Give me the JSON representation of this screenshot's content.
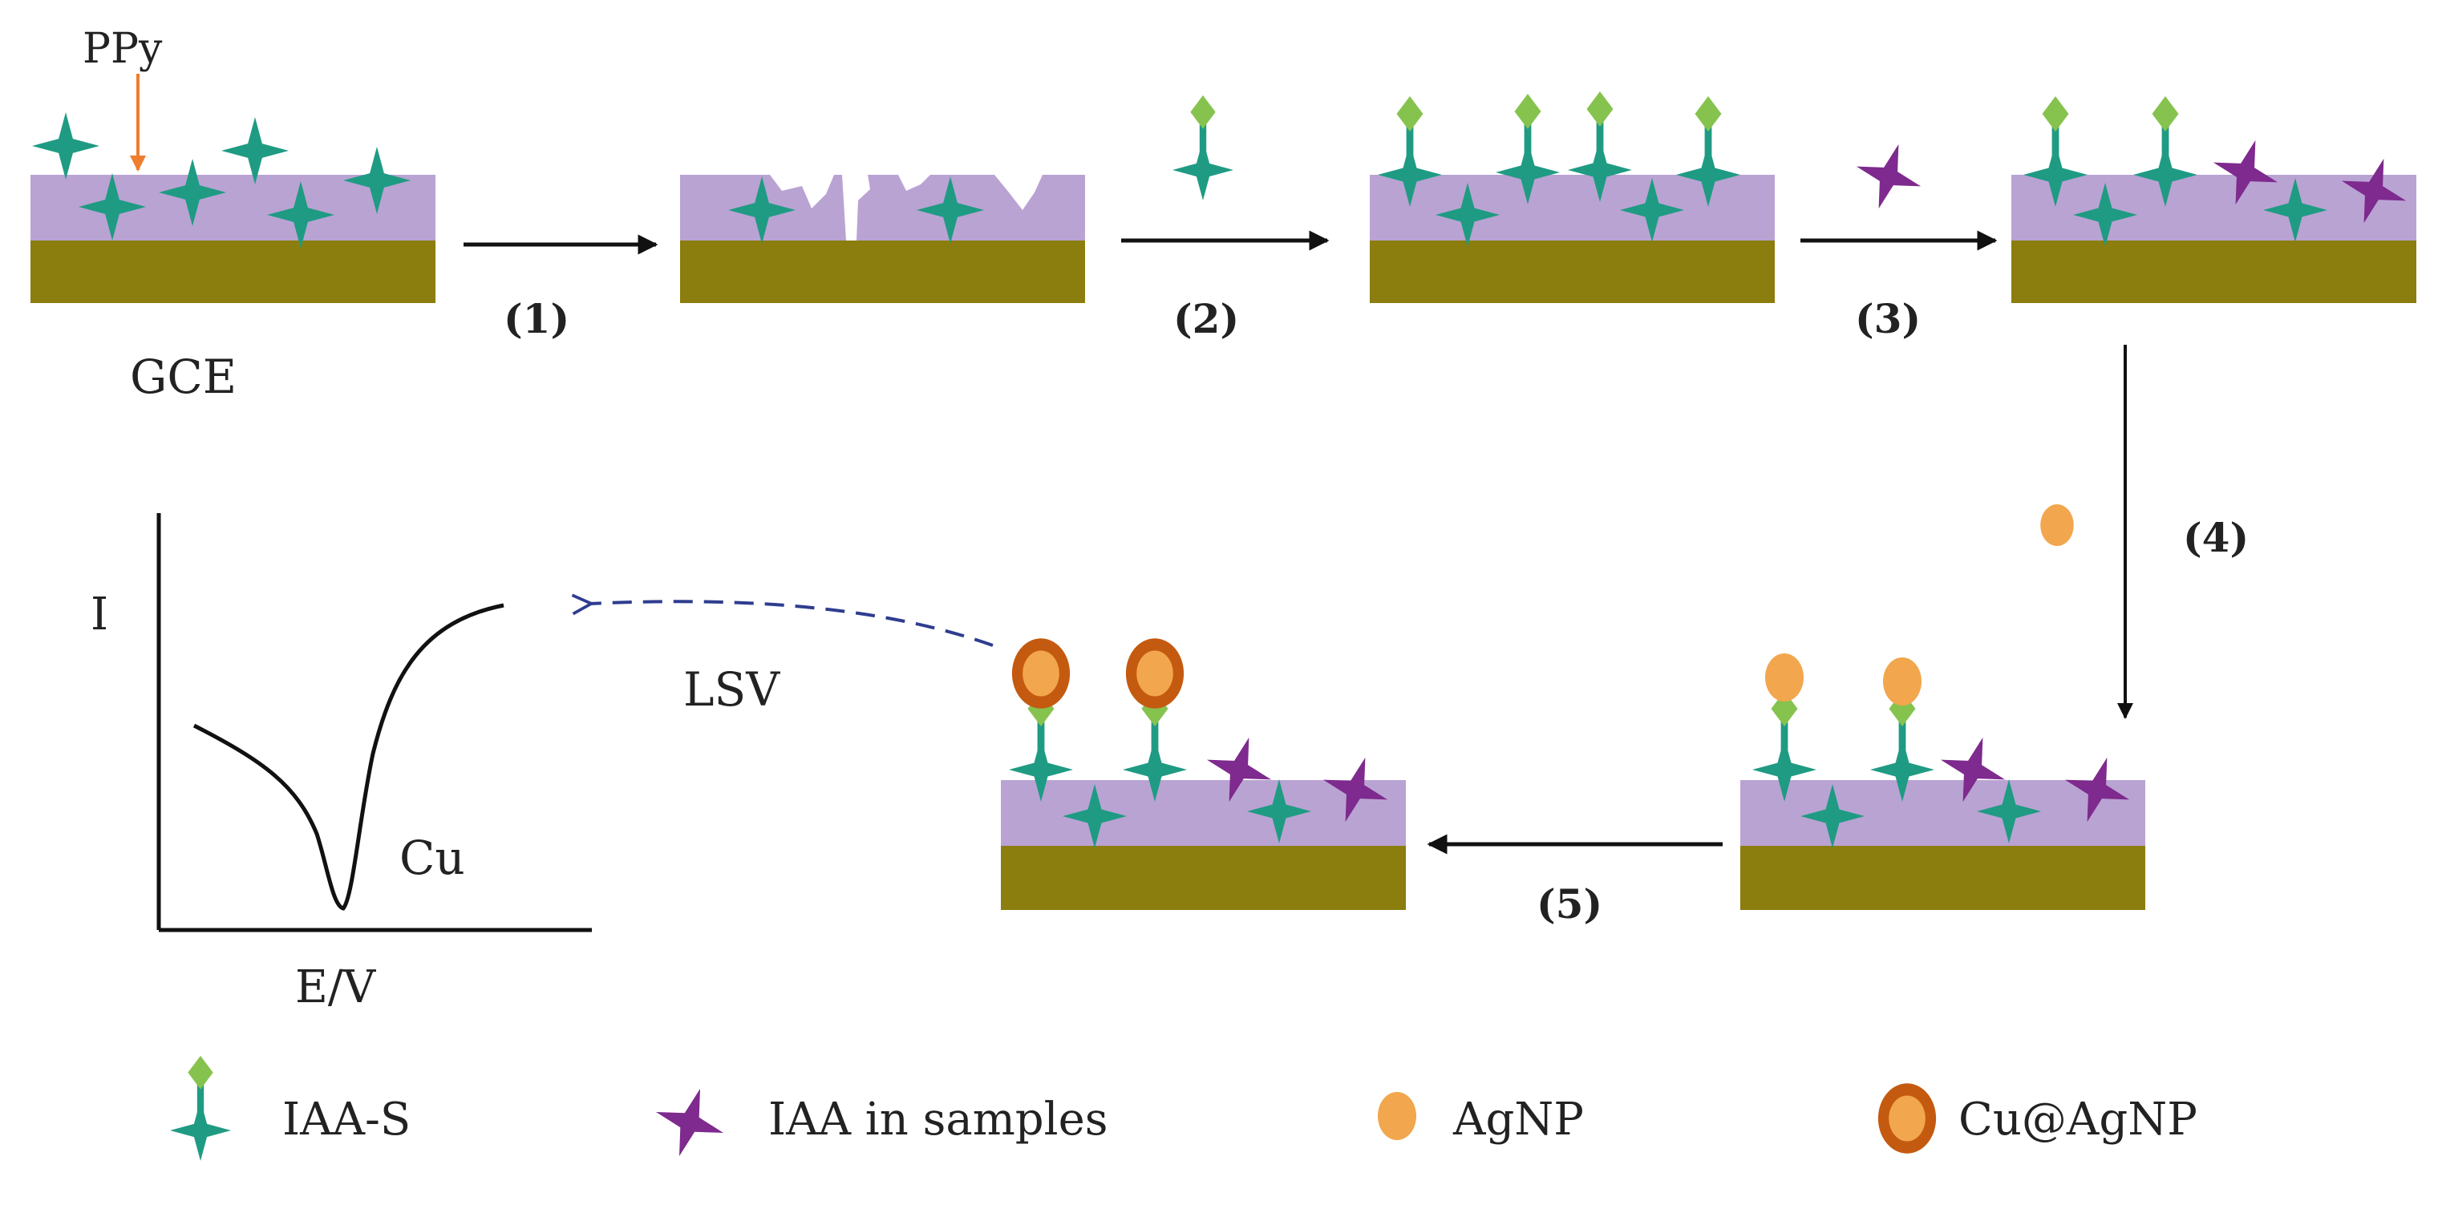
{
  "labels": {
    "ppy": "PPy",
    "gce": "GCE",
    "lsv": "LSV",
    "cu": "Cu",
    "i_axis": "I",
    "ev_axis": "E/V"
  },
  "steps": [
    "(1)",
    "(2)",
    "(3)",
    "(4)",
    "(5)"
  ],
  "legend": {
    "iaa_s": "IAA-S",
    "iaa_samples": "IAA in samples",
    "agnp": "AgNP",
    "cu_agnp": "Cu@AgNP"
  },
  "colors": {
    "polymer": "#b9a3d3",
    "electrode": "#8b7d0e",
    "iaa_teal": "#1f9b83",
    "iaa_sample_purple": "#7e2a8e",
    "tag_green": "#86c34e",
    "agnp_orange": "#f2a64d",
    "cu_brown": "#c45a10",
    "ppy_arrow": "#ee7d2e",
    "lsv_arrow": "#2e3d8f"
  }
}
